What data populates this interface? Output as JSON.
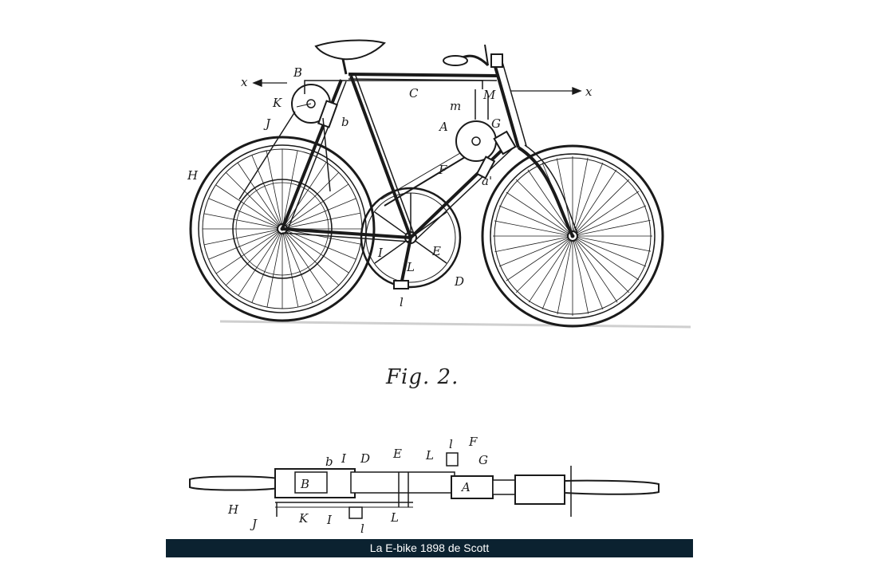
{
  "figure": {
    "label": "Fig. 2.",
    "caption": "La E-bike 1898 de Scott"
  },
  "side_view_letters": {
    "x_left": "x",
    "x_right": "x",
    "B": "B",
    "C": "C",
    "K": "K",
    "J": "J",
    "b": "b",
    "m": "m",
    "M": "M",
    "A": "A",
    "G": "G",
    "F": "F",
    "a_prime": "a'",
    "H": "H",
    "I": "I",
    "E": "E",
    "L": "L",
    "l": "l",
    "D": "D"
  },
  "plan_view_letters": {
    "l_top": "l",
    "F": "F",
    "b": "b",
    "I": "I",
    "D": "D",
    "E": "E",
    "L": "L",
    "G": "G",
    "B": "B",
    "A": "A",
    "H": "H",
    "J": "J",
    "K": "K",
    "I_bottom": "I",
    "L_bottom": "L",
    "l_bottom": "l"
  },
  "colors": {
    "ink": "#1a1a1a",
    "caption_bg": "#0b2230",
    "caption_text": "#ffffff"
  }
}
